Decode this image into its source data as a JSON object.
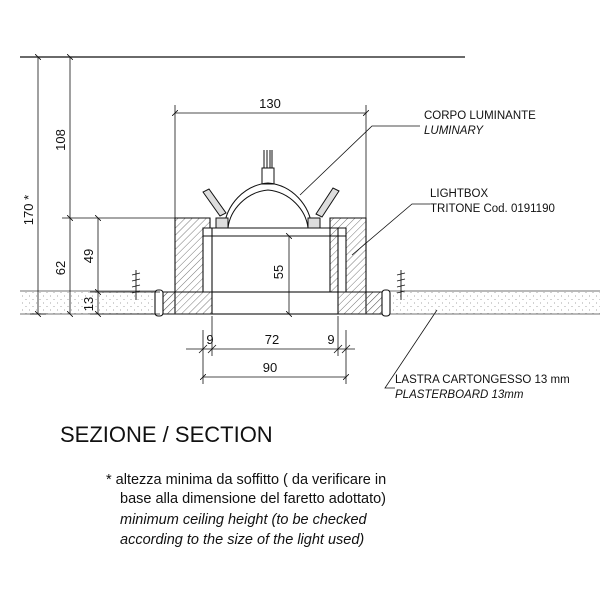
{
  "dimensions": {
    "d170": "170 *",
    "d108": "108",
    "d62": "62",
    "d49": "49",
    "d13": "13",
    "d55": "55",
    "d130": "130",
    "d9_left": "9",
    "d72": "72",
    "d9_right": "9",
    "d90": "90"
  },
  "labels": {
    "luminary_it": "CORPO LUMINANTE",
    "luminary_en": "LUMINARY",
    "lightbox_1": "LIGHTBOX",
    "lightbox_2": "TRITONE Cod. 0191190",
    "plaster_it": "LASTRA CARTONGESSO 13 mm",
    "plaster_en": "PLASTERBOARD 13mm"
  },
  "title": "SEZIONE / SECTION",
  "note": {
    "line1": "* altezza minima da soffitto ( da verificare in",
    "line2": "base alla dimensione del faretto adottato)",
    "line3": "minimum ceiling height (to be checked",
    "line4": "according to the size of the light used)"
  }
}
